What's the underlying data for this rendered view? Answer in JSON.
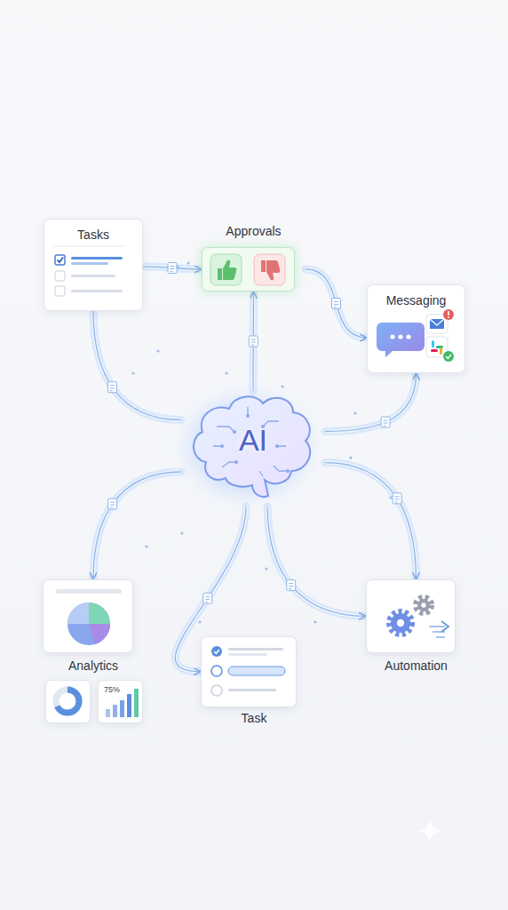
{
  "diagram": {
    "nodes": [
      {
        "text": [
          "Tasks"
        ]
      },
      {
        "text": [
          "Approvals"
        ]
      },
      {
        "text": [
          "Messaging"
        ]
      },
      {
        "text": [
          "AI"
        ]
      },
      {
        "text": [
          "Analytics"
        ]
      },
      {
        "text": [
          "Task"
        ]
      },
      {
        "text": [
          "Automation"
        ]
      }
    ],
    "edges": [
      {
        "from": 0,
        "to": 1,
        "arrow": "to"
      },
      {
        "from": 1,
        "to": 2,
        "arrow": "to"
      },
      {
        "from": 0,
        "to": 3,
        "arrow": "none"
      },
      {
        "from": 3,
        "to": 1,
        "arrow": "to"
      },
      {
        "from": 3,
        "to": 2,
        "arrow": "to"
      },
      {
        "from": 3,
        "to": 6,
        "arrow": "to"
      },
      {
        "from": 3,
        "to": 6,
        "arrow": "to"
      },
      {
        "from": 3,
        "to": 4,
        "arrow": "to"
      },
      {
        "from": 3,
        "to": 5,
        "arrow": "to"
      }
    ],
    "labels": [
      "75%"
    ]
  }
}
